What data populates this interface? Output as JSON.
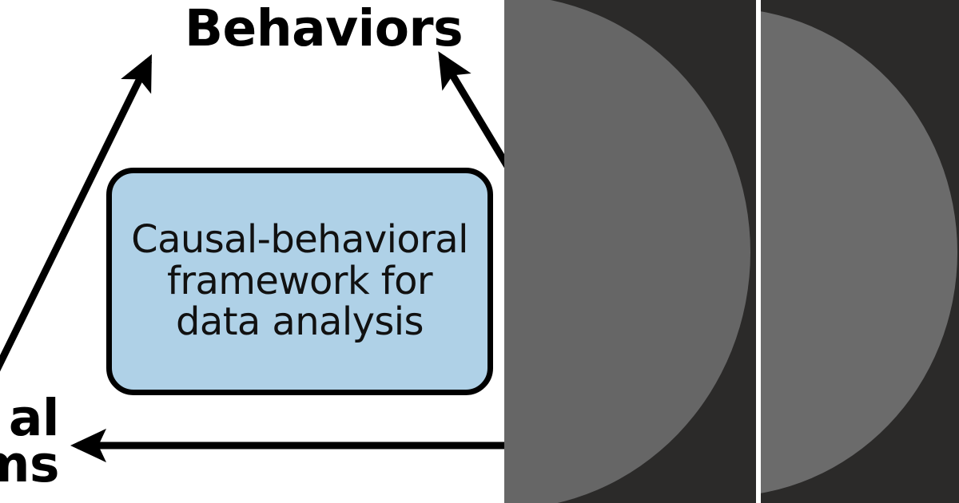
{
  "figure": {
    "kind": "cycle-diagram-with-image-panels",
    "background_color": "#ffffff"
  },
  "diagram": {
    "nodes": [
      {
        "id": "behaviors",
        "label": "Behaviors",
        "position": "top-center"
      },
      {
        "id": "causal-systems",
        "label": "al\nms",
        "position": "bottom-left-cropped",
        "note_visible_text": "al / ms"
      }
    ],
    "center_box": {
      "text": "Causal-behavioral\nframework for\ndata analysis",
      "fill_color": "#afd1e7",
      "border_color": "#000000"
    },
    "arrows": [
      {
        "id": "arrow-up-left",
        "direction": "up-right",
        "from": "bottom-left-offscreen",
        "to": "behaviors"
      },
      {
        "id": "arrow-up-right",
        "direction": "up-left",
        "from": "bottom-right-offscreen",
        "to": "behaviors"
      },
      {
        "id": "arrow-bottom-horizontal",
        "direction": "left",
        "from": "right-offscreen",
        "to": "causal-systems"
      }
    ]
  },
  "image_panels": [
    {
      "id": "panel-1",
      "background_color": "#2b2a29",
      "disc_color": "#666666",
      "disc_position": "left-clipped-circle"
    },
    {
      "id": "panel-2",
      "background_color": "#2b2a29",
      "disc_color": "#6b6b6b",
      "disc_position": "left-clipped-circle"
    }
  ]
}
